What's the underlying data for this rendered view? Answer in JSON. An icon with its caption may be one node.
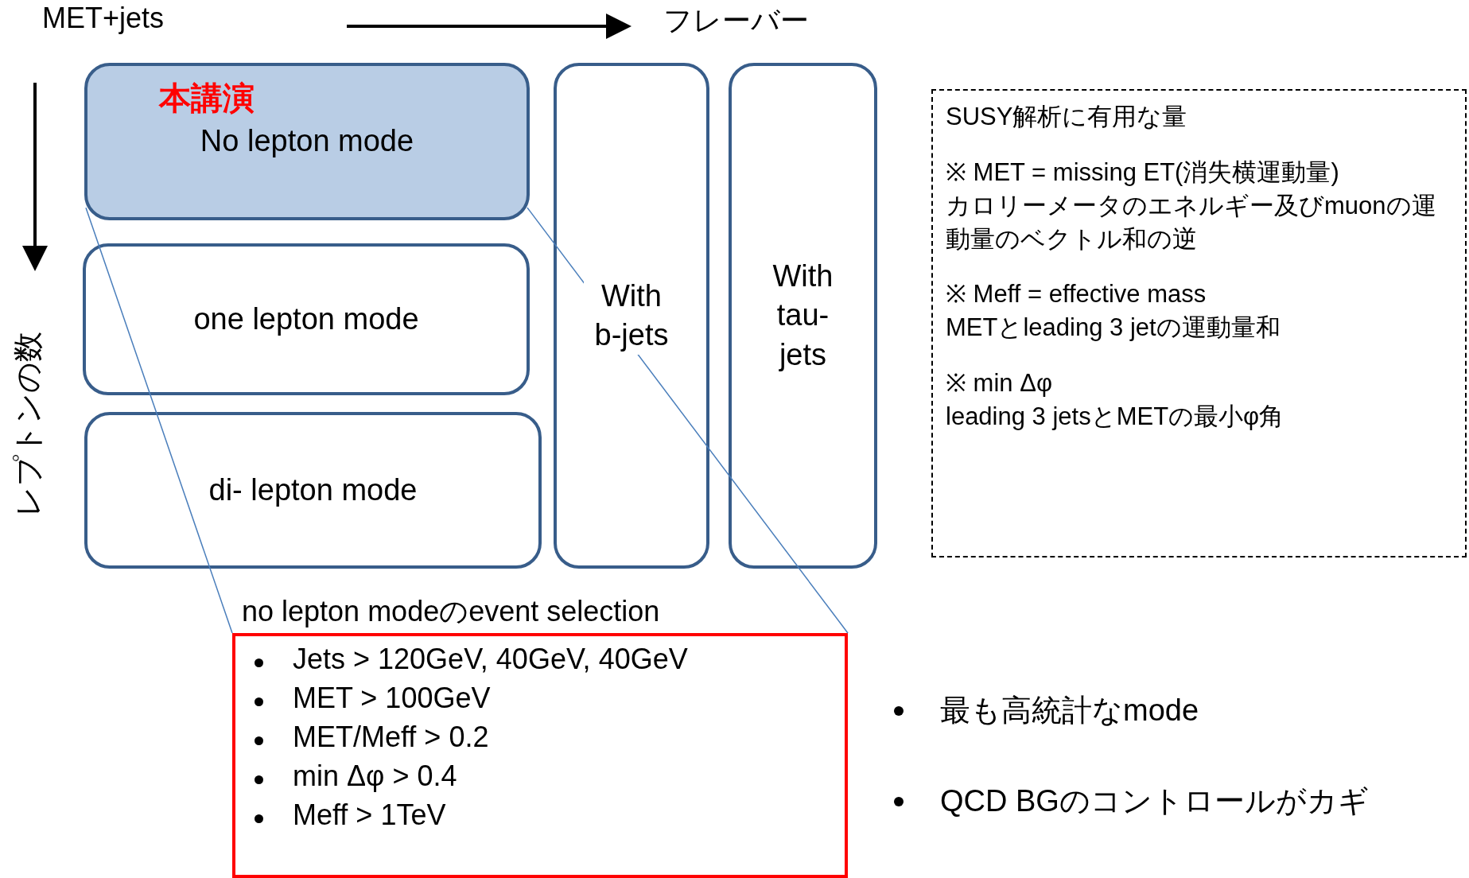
{
  "diagram": {
    "nodes": [
      {
        "text": [
          "本講演",
          "No lepton mode"
        ]
      },
      {
        "text": [
          "one lepton mode"
        ]
      },
      {
        "text": [
          "di- lepton mode"
        ]
      },
      {
        "text": [
          "With b-jets"
        ]
      },
      {
        "text": [
          "With tau- jets"
        ]
      },
      {
        "text": [
          "no lepton modeのevent selection",
          "Jets > 120GeV, 40GeV, 40GeV",
          "MET > 100GeV",
          "MET/Meff > 0.2",
          "min Δφ > 0.4",
          "Meff > 1TeV"
        ]
      },
      {
        "text": [
          "SUSY解析に有用な量",
          "※ MET = missing ET(消失横運動量)",
          "カロリーメータのエネルギー及びmuonの運動量のベクトル和の逆",
          "※ Meff = effective mass",
          "METとleading 3 jetの運動量和",
          "※ min Δφ",
          "leading 3 jetsとMETの最小φ角"
        ]
      }
    ],
    "edges": [
      {
        "from": 0,
        "to": 5,
        "arrow": "none"
      },
      {
        "from": 0,
        "to": 5,
        "arrow": "none"
      }
    ],
    "labels": [
      "MET+jets",
      "フレーバー",
      "レプトンの数",
      "最も高統計なmode",
      "QCD BGのコントロールがカギ"
    ]
  }
}
